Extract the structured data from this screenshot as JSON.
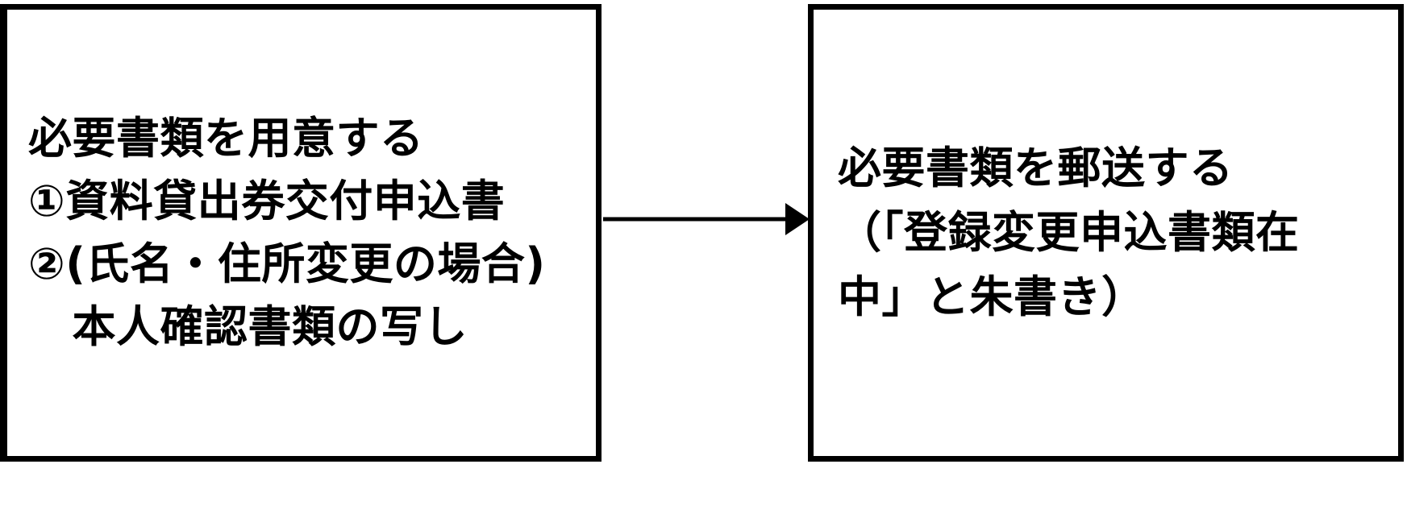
{
  "diagram": {
    "type": "flowchart",
    "orientation": "left-to-right",
    "background_color": "#ffffff",
    "stroke_color": "#000000",
    "text_color": "#000000",
    "nodes": [
      {
        "id": "prepare-documents",
        "name": "必要書類を用意する",
        "lines": [
          "必要書類を用意する",
          "①資料貸出券交付申込書",
          "②(氏名・住所変更の場合)",
          "　本人確認書類の写し"
        ]
      },
      {
        "id": "mail-documents",
        "name": "必要書類を郵送する",
        "lines": [
          "必要書類を郵送する",
          "（「登録変更申込書類在",
          "中」と朱書き）"
        ]
      }
    ],
    "connectors": [
      {
        "id": "arrow-prepare-to-mail",
        "from": "prepare-documents",
        "to": "mail-documents",
        "style": "solid",
        "arrowhead": "filled-triangle",
        "label": ""
      }
    ]
  }
}
